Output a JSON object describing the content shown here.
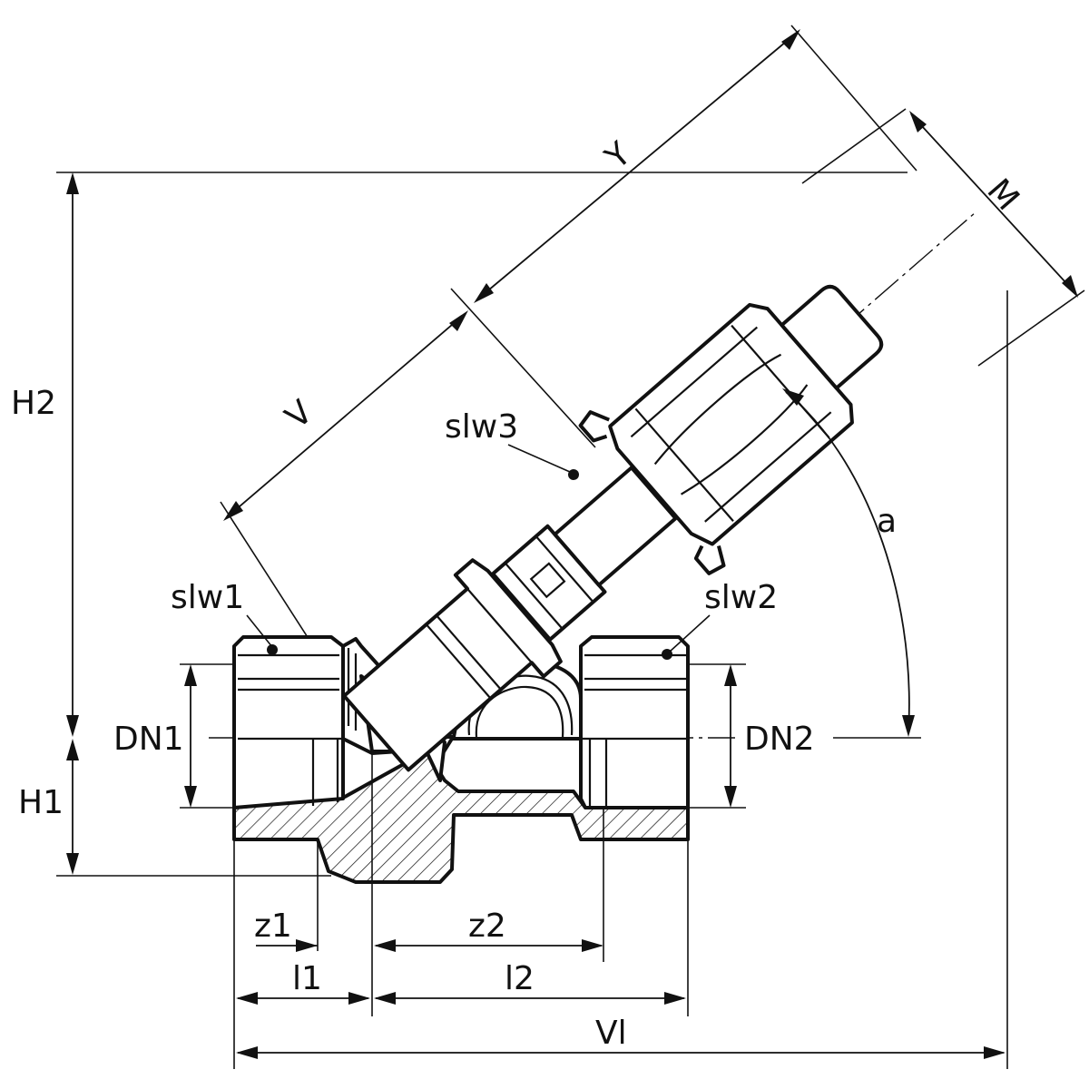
{
  "labels": {
    "h2": "H2",
    "h1": "H1",
    "dn1": "DN1",
    "dn2": "DN2",
    "slw1": "slw1",
    "slw2": "slw2",
    "slw3": "slw3",
    "v": "V",
    "y": "Y",
    "m": "M",
    "a": "a",
    "z1": "z1",
    "z2": "z2",
    "l1": "l1",
    "l2": "l2",
    "vl": "Vl"
  },
  "colors": {
    "line": "#111111",
    "background": "#ffffff"
  }
}
